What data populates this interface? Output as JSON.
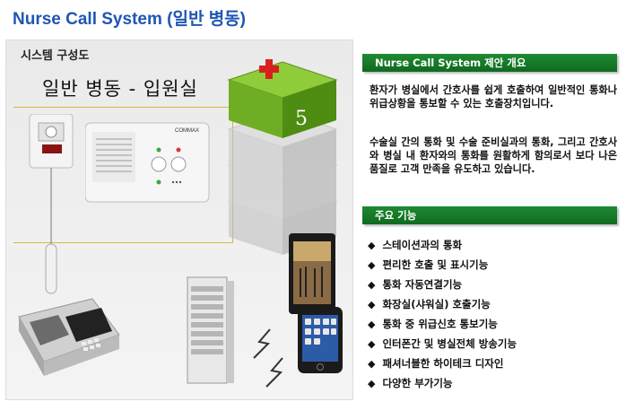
{
  "title": "Nurse Call System (일반 병동)",
  "diagram": {
    "section_label": "시스템 구성도",
    "ward_title": "일반 병동 - 입원실",
    "floor_number": "5",
    "brand": "COMMAX"
  },
  "overview": {
    "header": "Nurse Call System 제안 개요",
    "paragraphs": [
      "환자가 병실에서 간호사를 쉽게 호출하여 일반적인 통화나 위급상황을 통보할 수 있는 호출장치입니다.",
      "수술실 간의 통화 및 수술 준비실과의 통화, 그리고 간호사와 병실 내 환자와의 통화를 원활하게 함의로서 보다 나은 품질로 고객 만족을 유도하고 있습니다."
    ]
  },
  "features": {
    "header": "주요 기능",
    "items": [
      "스테이션과의 통화",
      "편리한 호출 및 표시기능",
      "통화 자동연결기능",
      "화장실(샤워실) 호출기능",
      "통화 중 위급신호 통보기능",
      "인터폰간 및 병실전체 방송기능",
      "패셔너블한 하이테크 디자인",
      "다양한 부가기능"
    ]
  },
  "colors": {
    "title": "#1f56b3",
    "header_bar": "#1f8a33",
    "building_top": "#7dbb2c"
  }
}
